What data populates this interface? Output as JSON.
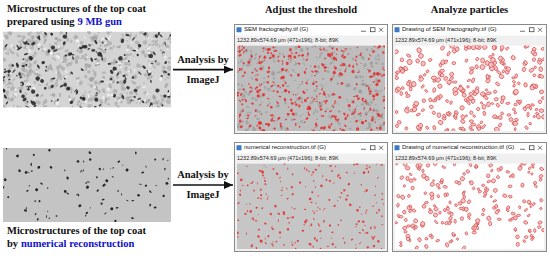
{
  "diagram": {
    "nodes": [
      {
        "text": [
          "Microstructures of the top coat prepared using",
          "9 MB gun"
        ]
      },
      {
        "text": [
          "SEM fractography.tif (G)",
          "1232.89x574.69 μm (471x196); 8-bit; 89K"
        ]
      },
      {
        "text": [
          "Drawing of SEM fractography.tif (G)",
          "1232.89x574.69 μm (471x196); 8-bit; 89K"
        ]
      },
      {
        "text": [
          "Microstructures of the top coat by",
          "numerical reconstruction"
        ]
      },
      {
        "text": [
          "numerical reconstruction.tif (G)",
          "1232.89x574.69 μm (471x196); 8-bit; 89K"
        ]
      },
      {
        "text": [
          "Drawing of numerical reconstruction.tif (G)",
          "1232.89x574.69 μm (471x196); 8-bit; 89K"
        ]
      }
    ],
    "edges": [
      {
        "from": 0,
        "to": 1,
        "label": "Analysis by",
        "arrow": "to"
      },
      {
        "from": 3,
        "to": 4,
        "label": "Analysis by",
        "arrow": "to"
      }
    ],
    "labels": [
      "Adjust the threshold",
      "Analyze particles",
      "ImageJ",
      "ImageJ"
    ]
  }
}
